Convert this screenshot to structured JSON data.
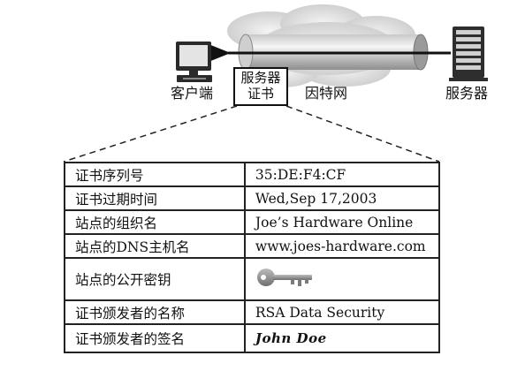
{
  "labels": {
    "client": "客户端",
    "internet": "因特网",
    "server": "服务器",
    "certificate": "服务器证书"
  },
  "certificate_rows": [
    {
      "field": "证书序列号",
      "value": "35:DE:F4:CF"
    },
    {
      "field": "证书过期时间",
      "value": "Wed,Sep 17,2003"
    },
    {
      "field": "站点的组织名",
      "value": "Joe’s Hardware Online"
    },
    {
      "field": "站点的DNS主机名",
      "value": "www.joes-hardware.com"
    },
    {
      "field": "站点的公开密钥",
      "value": "key-icon"
    },
    {
      "field": "证书颁发者的名称",
      "value": "RSA Data Security"
    },
    {
      "field": "证书颁发者的签名",
      "value": "John Doe"
    }
  ]
}
